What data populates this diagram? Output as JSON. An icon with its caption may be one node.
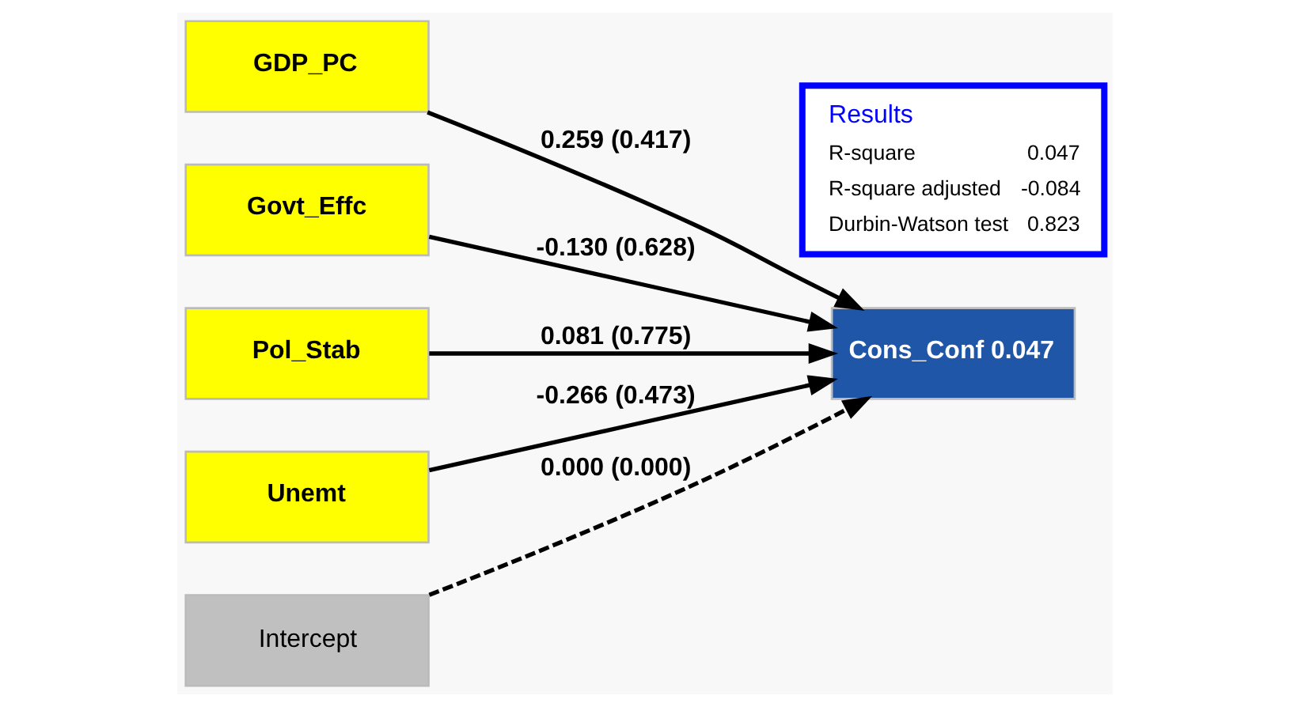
{
  "diagram": {
    "nodes": [
      {
        "text": [
          "GDP_PC"
        ]
      },
      {
        "text": [
          "Govt_Effc"
        ]
      },
      {
        "text": [
          "Pol_Stab"
        ]
      },
      {
        "text": [
          "Unemt"
        ]
      },
      {
        "text": [
          "Cons_Conf 0.047"
        ]
      },
      {
        "text": [
          "Intercept"
        ]
      },
      {
        "text": [
          "Results",
          "R-square",
          "0.047",
          "R-square adjusted",
          "-0.084",
          "Durbin-Watson test",
          "0.823"
        ]
      }
    ],
    "edges": [
      {
        "from": 0,
        "to": 4,
        "arrow": "to",
        "label": "0.259 (0.417)"
      },
      {
        "from": 1,
        "to": 4,
        "arrow": "to",
        "label": "-0.130 (0.628)"
      },
      {
        "from": 2,
        "to": 4,
        "arrow": "to",
        "label": "0.081 (0.775)"
      },
      {
        "from": 3,
        "to": 4,
        "arrow": "to",
        "label": "-0.266 (0.473)"
      },
      {
        "from": 5,
        "to": 4,
        "arrow": "to",
        "label": "0.000 (0.000)",
        "style": "dashed"
      }
    ]
  }
}
